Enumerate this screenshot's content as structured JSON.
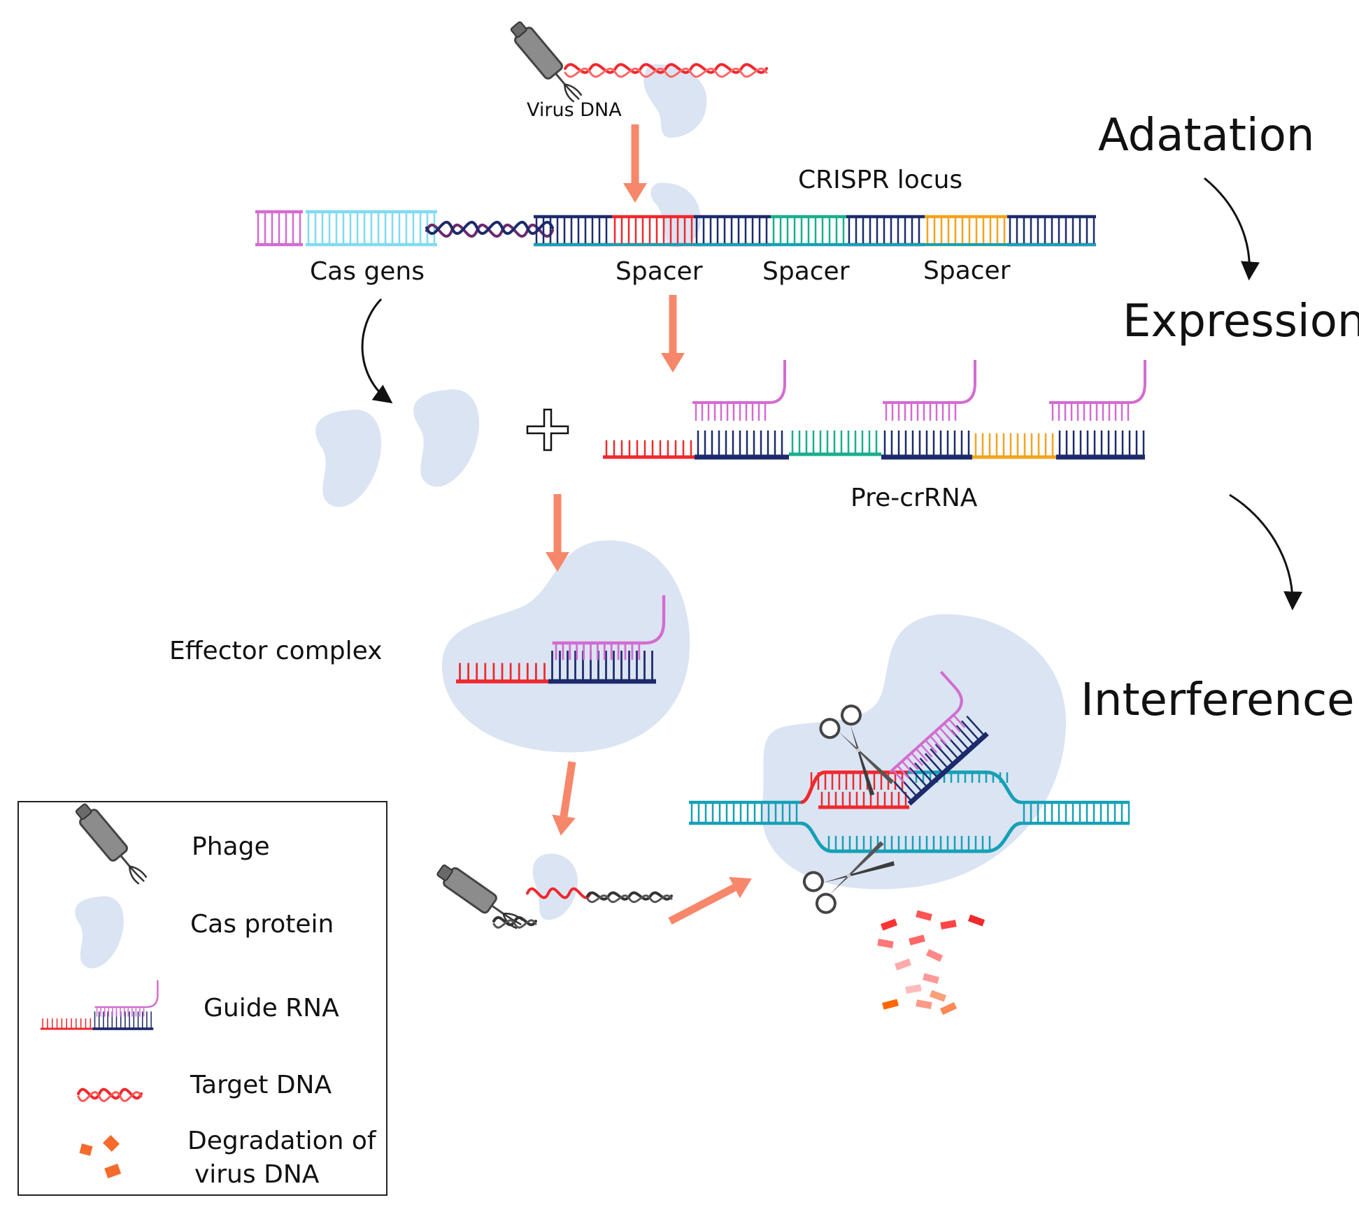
{
  "phases": {
    "adaptation": "Adatation",
    "expression": "Expression",
    "interference": "Interference"
  },
  "labels": {
    "virus_dna": "Virus DNA",
    "crispr_locus": "CRISPR locus",
    "cas_genes": "Cas gens",
    "spacer_1": "Spacer",
    "spacer_2": "Spacer",
    "spacer_3": "Spacer",
    "pre_crrna": "Pre-crRNA",
    "effector_complex": "Effector complex"
  },
  "legend": {
    "phage": "Phage",
    "cas_protein": "Cas protein",
    "guide_rna": "Guide RNA",
    "target_dna": "Target DNA",
    "degradation_line1": "Degradation of",
    "degradation_line2": "virus DNA"
  },
  "colors": {
    "arrow": "#f7876a",
    "protein": "#dbe4f3",
    "navy": "#1d2a6b",
    "teal": "#15a0b6",
    "red": "#f0282d",
    "pink": "#d36cd0",
    "cyan": "#7fdbf2",
    "green": "#1aae8e",
    "orange": "#f2a41d",
    "purple": "#6b2a6e",
    "phage": "#8c8c8c"
  }
}
